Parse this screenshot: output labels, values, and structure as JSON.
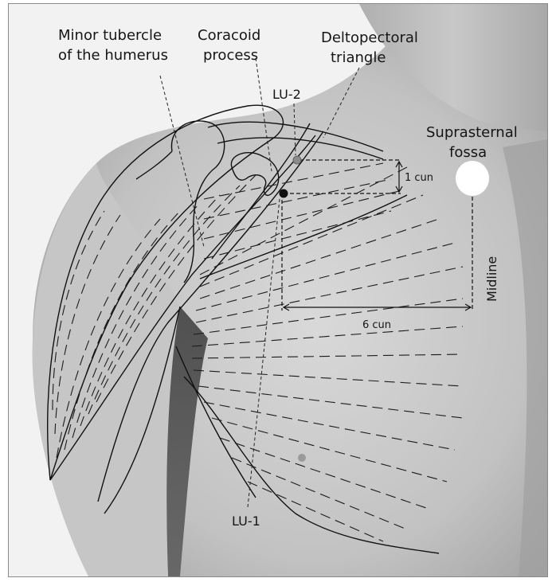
{
  "labels": {
    "minor_tubercle": [
      "Minor tubercle",
      "of the humerus"
    ],
    "coracoid": [
      "Coracoid",
      "process"
    ],
    "deltopectoral": [
      "Deltopectoral",
      "triangle"
    ],
    "suprasternal": [
      "Suprasternal",
      "fossa"
    ],
    "lu2": "LU-2",
    "lu1": "LU-1",
    "one_cun": "1 cun",
    "six_cun": "6 cun",
    "midline": "Midline"
  },
  "colors": {
    "skin_light": "#dcdcdc",
    "skin_mid": "#b9b9b9",
    "skin_dark": "#4a4a4a",
    "background": "#f2f2f2",
    "line": "#111111",
    "lu2_point": "#8c8c8c",
    "lu1_point": "#111111",
    "fossa_marker": "#ffffff"
  }
}
